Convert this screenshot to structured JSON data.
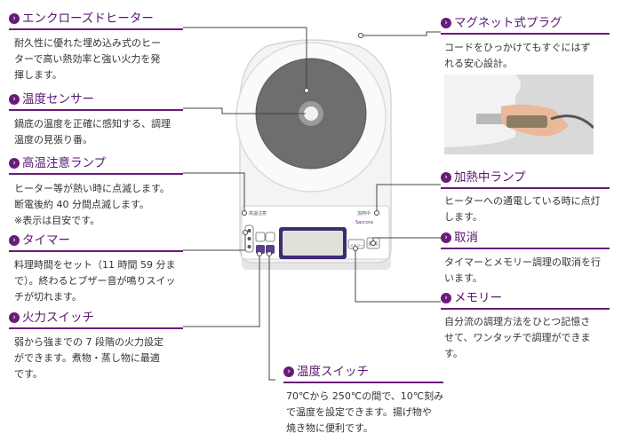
{
  "sections": [
    {
      "id": "heater",
      "title": "エンクローズドヒーター",
      "lines": [
        "耐久性に優れた埋め込み式のヒー",
        "ターで高い熱効率と強い火力を発",
        "揮します。"
      ]
    },
    {
      "id": "sensor",
      "title": "温度センサー",
      "lines": [
        "鍋底の温度を正確に感知する、調理",
        "温度の見張り番。"
      ]
    },
    {
      "id": "lamp",
      "title": "高温注意ランプ",
      "lines": [
        "ヒーター等が熱い時に点滅します。",
        "断電後約 40 分間点滅します。",
        "※表示は目安です。"
      ]
    },
    {
      "id": "timer",
      "title": "タイマー",
      "lines": [
        "料理時間をセット（11 時間 59 分ま",
        "で）。終わるとブザー音が鳴りスイッ",
        "チが切れます。"
      ]
    },
    {
      "id": "power",
      "title": "火力スイッチ",
      "lines": [
        "弱から強までの 7 段階の火力設定",
        "ができます。煮物・蒸し物に最適",
        "です。"
      ]
    },
    {
      "id": "plug",
      "title": "マグネット式プラグ",
      "lines": [
        "コードをひっかけてもすぐにはず",
        "れる安心設計。"
      ]
    },
    {
      "id": "heating",
      "title": "加熱中ランプ",
      "lines": [
        "ヒーターへの通電している時に点灯",
        "します。"
      ]
    },
    {
      "id": "cancel",
      "title": "取消",
      "lines": [
        "タイマーとメモリー調理の取消を行",
        "います。"
      ]
    },
    {
      "id": "memory",
      "title": "メモリー",
      "lines": [
        "自分流の調理方法をひとつ記憶さ",
        "せて、ワンタッチで調理ができま",
        "す。"
      ]
    },
    {
      "id": "temp",
      "title": "温度スイッチ",
      "lines": [
        "70℃から 250℃の間で、10℃刻み",
        "で温度を設定できます。揚げ物や",
        "焼き物に便利です。"
      ]
    }
  ],
  "device": {
    "lamp_label": "高温注意",
    "heat_label": "加熱中",
    "brand": "Saccora",
    "memory_label": "メモリー",
    "cancel_label": "取消"
  },
  "colors": {
    "accent": "#6a1b7a",
    "panel": "#5b3f8c",
    "device_body": "#f4f4f4",
    "hotplate": "#6e6e70"
  }
}
